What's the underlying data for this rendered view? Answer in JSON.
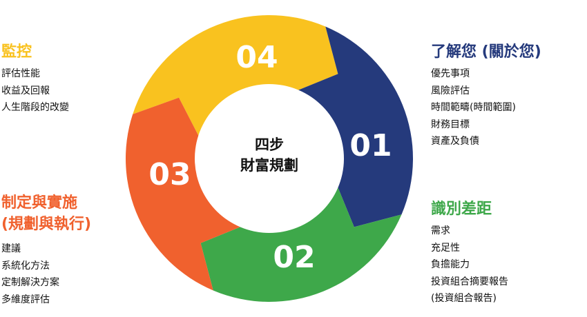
{
  "center": {
    "line1": "四步",
    "line2": "財富規劃"
  },
  "steps": [
    {
      "number": "01",
      "color": "#253a7c",
      "heading_lines": [
        "了解您 (關於您)"
      ],
      "items": [
        "優先事項",
        "風險評估",
        "時間範疇(時間範圍)",
        "財務目標",
        "資產及負債"
      ]
    },
    {
      "number": "02",
      "color": "#3ea84a",
      "heading_lines": [
        "識別差距"
      ],
      "items": [
        "需求",
        "充足性",
        "負擔能力",
        "投資組合摘要報告",
        "(投資組合報告)"
      ]
    },
    {
      "number": "03",
      "color": "#f0612e",
      "heading_lines": [
        "制定與實施",
        "(規劃與執行)"
      ],
      "items": [
        "建議",
        "系統化方法",
        "定制解決方案",
        "多維度評估"
      ]
    },
    {
      "number": "04",
      "color": "#f9c21f",
      "heading_lines": [
        "監控"
      ],
      "items": [
        "評估性能",
        "收益及回報",
        "人生階段的改變"
      ]
    }
  ]
}
